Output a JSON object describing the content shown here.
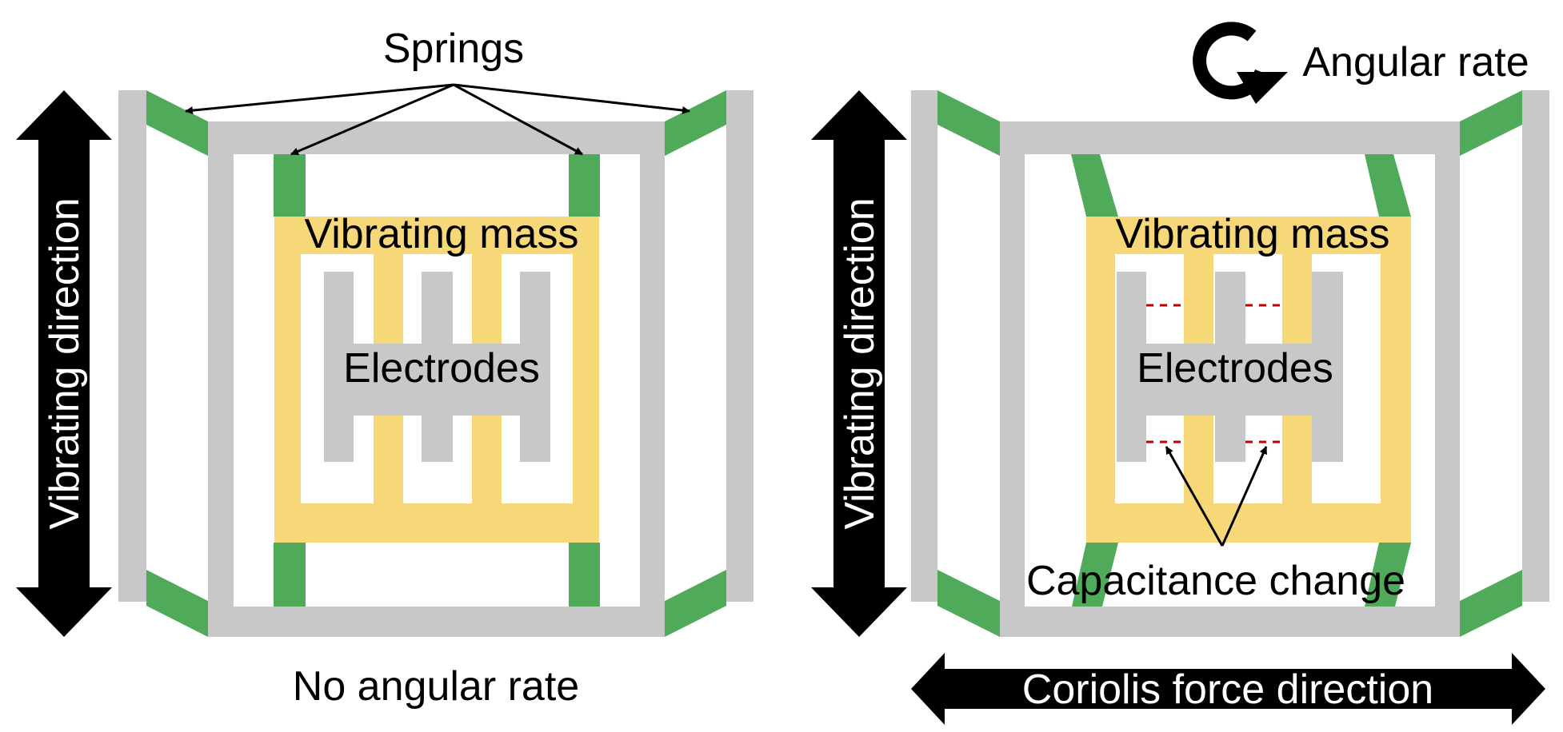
{
  "colors": {
    "frame": "#c8c8c8",
    "spring": "#4fab5a",
    "mass": "#f7d879",
    "arrow": "#000000",
    "capacitance_gap": "#c00000"
  },
  "left_panel": {
    "springs_label": "Springs",
    "vibrating_direction_label": "Vibrating direction",
    "vibrating_mass_label": "Vibrating mass",
    "electrodes_label": "Electrodes",
    "caption": "No angular rate"
  },
  "right_panel": {
    "angular_rate_label": "Angular rate",
    "angular_rate_icon": "rotation-arrow-icon",
    "vibrating_direction_label": "Vibrating direction",
    "vibrating_mass_label": "Vibrating mass",
    "electrodes_label": "Electrodes",
    "capacitance_label": "Capacitance change",
    "coriolis_label": "Coriolis force direction"
  }
}
